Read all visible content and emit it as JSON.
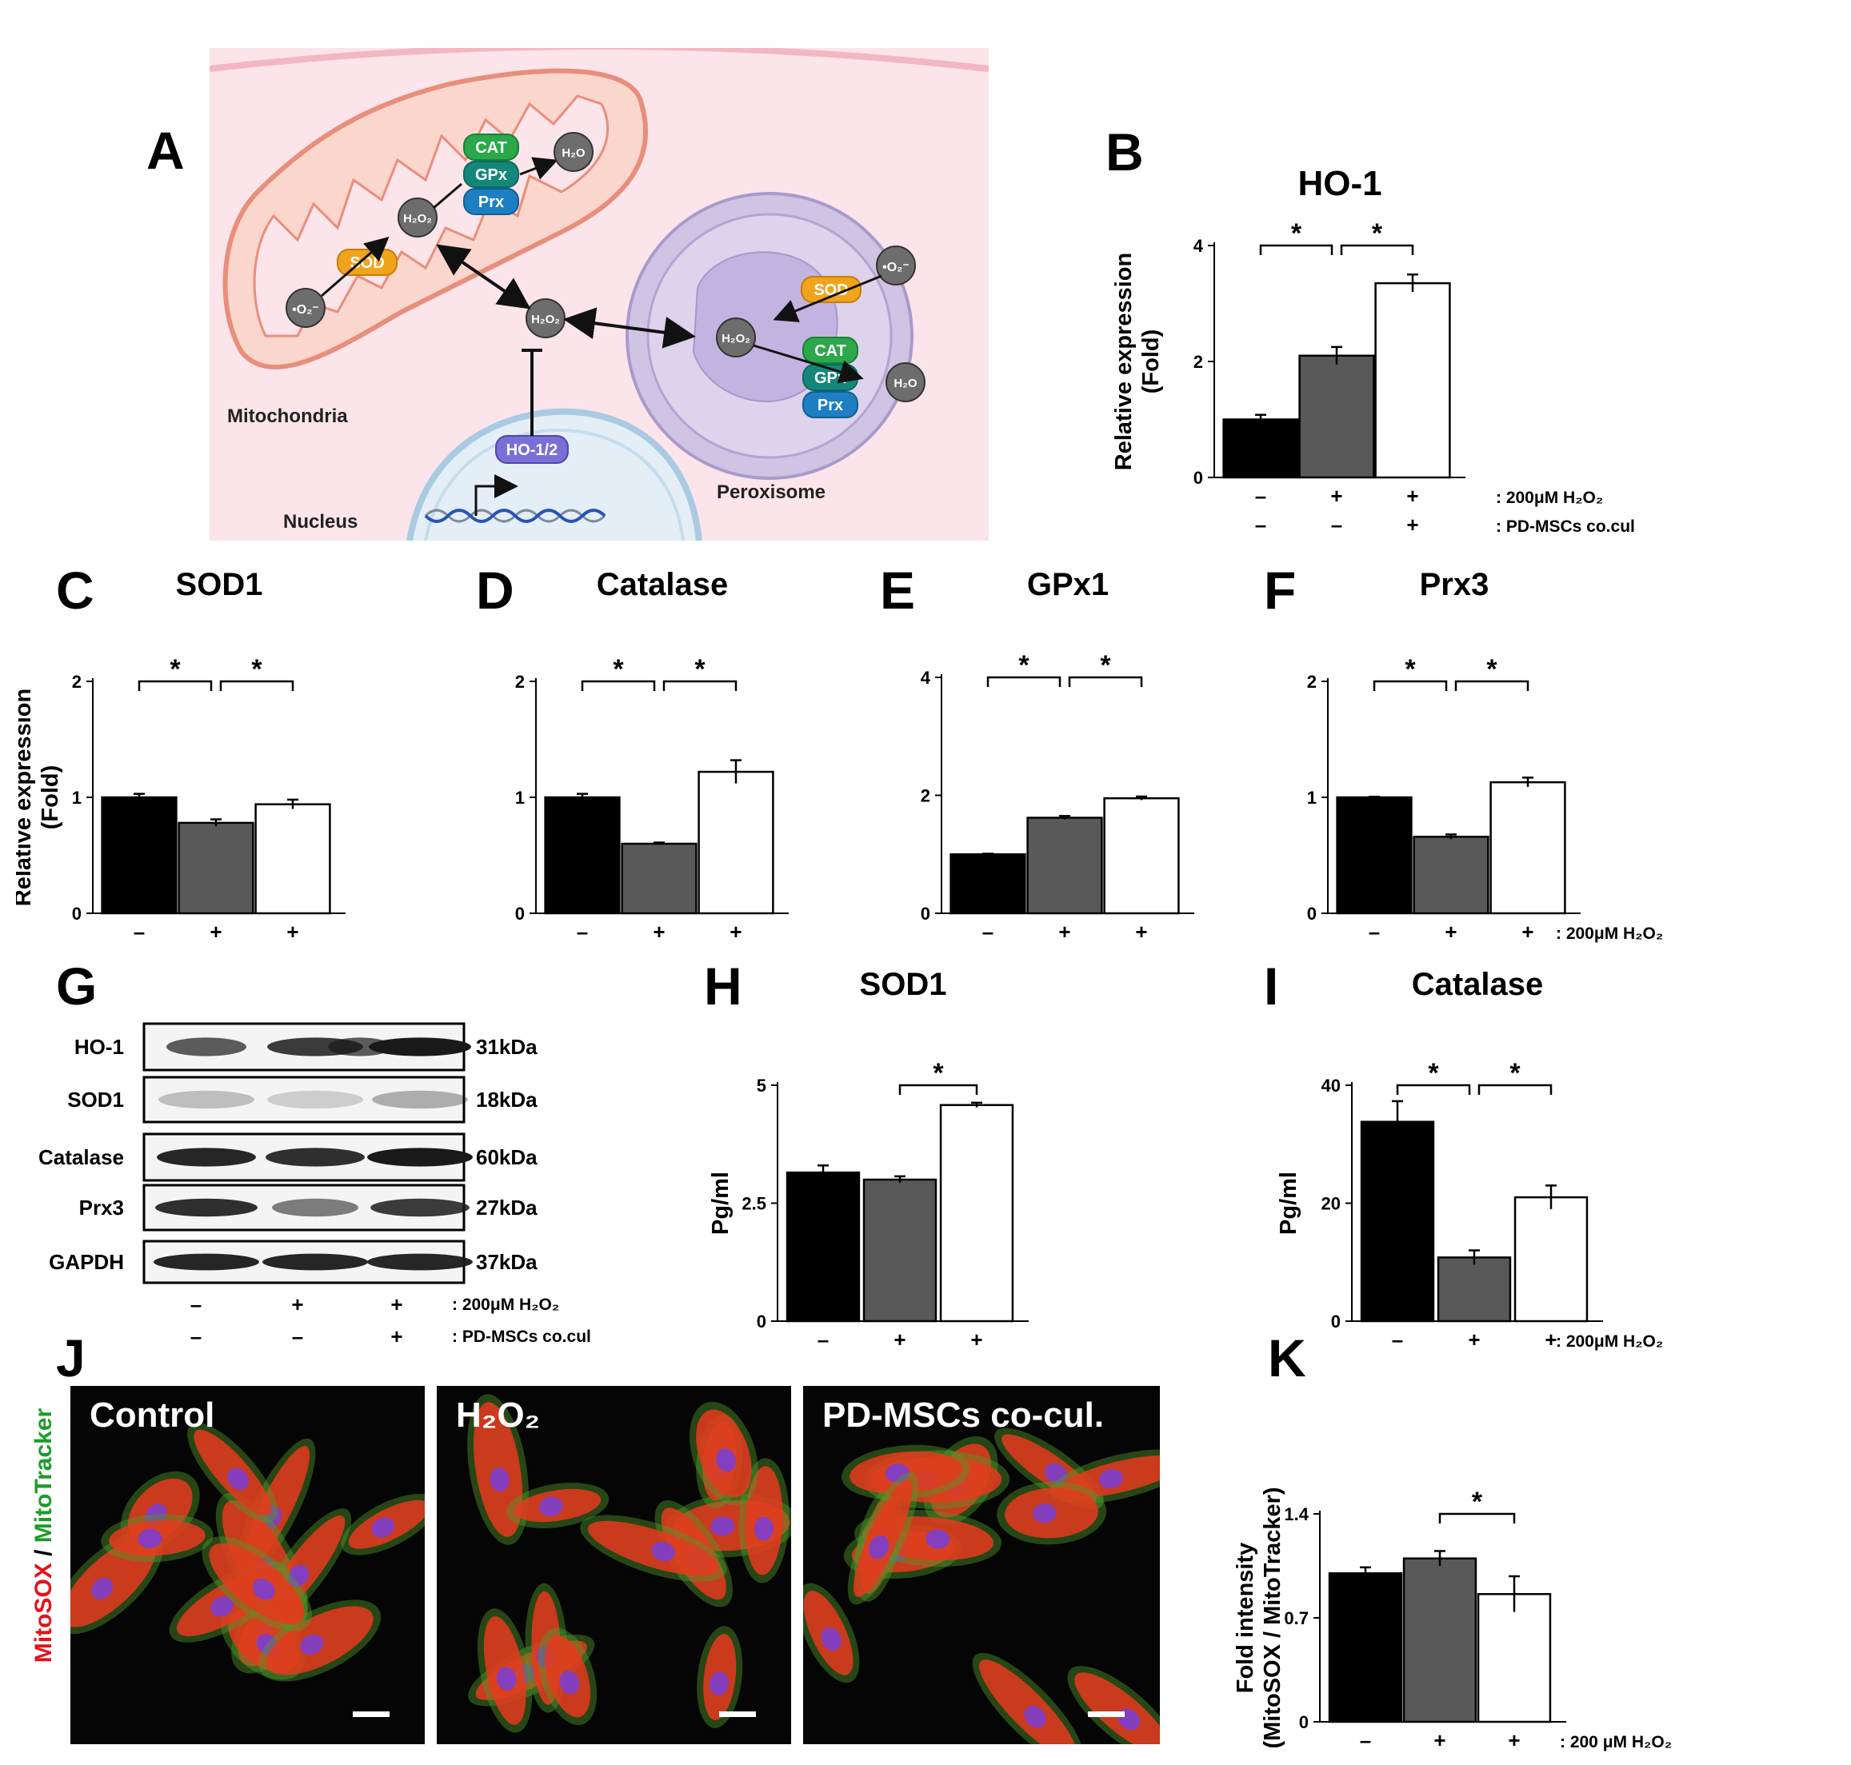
{
  "panels": {
    "A": "A",
    "B": "B",
    "C": "C",
    "D": "D",
    "E": "E",
    "F": "F",
    "G": "G",
    "H": "H",
    "I": "I",
    "J": "J",
    "K": "K"
  },
  "treatments": {
    "h2o2_label": ": 200μM H₂O₂",
    "msc_label": ": PD-MSCs co.cul",
    "k_h2o2_label": ": 200 μM H₂O₂",
    "k_msc_label": ": PD-MSCs co-cul.",
    "h2o2_signs": [
      "–",
      "+",
      "+"
    ],
    "msc_signs": [
      "–",
      "–",
      "+"
    ]
  },
  "diagram": {
    "mitochondria": "Mitochondria",
    "nucleus": "Nucleus",
    "peroxisome": "Peroxisome",
    "ho": "HO-1/2",
    "cat": "CAT",
    "gpx": "GPx",
    "prx": "Prx",
    "sod": "SOD",
    "h2o2": "H₂O₂",
    "h2o": "H₂O",
    "o2": "•O₂⁻"
  },
  "western": {
    "rows": [
      {
        "name": "HO-1",
        "kda": "31kDa"
      },
      {
        "name": "SOD1",
        "kda": "18kDa"
      },
      {
        "name": "Catalase",
        "kda": "60kDa"
      },
      {
        "name": "Prx3",
        "kda": "27kDa"
      },
      {
        "name": "GAPDH",
        "kda": "37kDa"
      }
    ]
  },
  "microscopy": {
    "ylabel_red": "MitoSOX",
    "ylabel_sep": " / ",
    "ylabel_green": "MitoTracker",
    "images": [
      "Control",
      "H₂O₂",
      "PD-MSCs co-cul."
    ]
  },
  "colors": {
    "bar_control": "#000000",
    "bar_h2o2": "#595959",
    "bar_msc": "#ffffff",
    "cell_red": "#e8381d",
    "nucleus_blue": "#7b3fd0",
    "mito_green": "#4f9a2a"
  },
  "chart_data": [
    {
      "id": "B",
      "type": "bar",
      "title": "HO-1",
      "ylabel": "Relative expression (Fold)",
      "yticks": [
        "0",
        "2",
        "4"
      ],
      "ylim": [
        0,
        4
      ],
      "values": [
        1.0,
        2.1,
        3.35
      ],
      "errors": [
        0.08,
        0.15,
        0.15
      ],
      "significance": [
        [
          0,
          1
        ],
        [
          1,
          2
        ]
      ],
      "sig_label": "*"
    },
    {
      "id": "C",
      "type": "bar",
      "title": "SOD1",
      "ylabel": "Relative expression (Fold)",
      "yticks": [
        "0",
        "1",
        "2"
      ],
      "ylim": [
        0,
        2
      ],
      "values": [
        1.0,
        0.78,
        0.94
      ],
      "errors": [
        0.03,
        0.03,
        0.04
      ],
      "significance": [
        [
          0,
          1
        ],
        [
          1,
          2
        ]
      ],
      "sig_label": "*"
    },
    {
      "id": "D",
      "type": "bar",
      "title": "Catalase",
      "ylabel": "",
      "yticks": [
        "0",
        "1",
        "2"
      ],
      "ylim": [
        0,
        2
      ],
      "values": [
        1.0,
        0.6,
        1.22
      ],
      "errors": [
        0.03,
        0.01,
        0.1
      ],
      "significance": [
        [
          0,
          1
        ],
        [
          1,
          2
        ]
      ],
      "sig_label": "*"
    },
    {
      "id": "E",
      "type": "bar",
      "title": "GPx1",
      "ylabel": "",
      "yticks": [
        "0",
        "2",
        "4"
      ],
      "ylim": [
        0,
        4
      ],
      "values": [
        1.0,
        1.62,
        1.95
      ],
      "errors": [
        0.01,
        0.03,
        0.03
      ],
      "significance": [
        [
          0,
          1
        ],
        [
          1,
          2
        ]
      ],
      "sig_label": "*"
    },
    {
      "id": "F",
      "type": "bar",
      "title": "Prx3",
      "ylabel": "",
      "yticks": [
        "0",
        "1",
        "2"
      ],
      "ylim": [
        0,
        2
      ],
      "values": [
        1.0,
        0.66,
        1.13
      ],
      "errors": [
        0.005,
        0.02,
        0.04
      ],
      "significance": [
        [
          0,
          1
        ],
        [
          1,
          2
        ]
      ],
      "sig_label": "*"
    },
    {
      "id": "H",
      "type": "bar",
      "title": "SOD1",
      "ylabel": "Pg/ml",
      "yticks": [
        "0",
        "2.5",
        "5"
      ],
      "ylim": [
        0,
        5
      ],
      "values": [
        3.15,
        3.0,
        4.58
      ],
      "errors": [
        0.15,
        0.07,
        0.05
      ],
      "significance": [
        [
          1,
          2
        ]
      ],
      "sig_label": "*"
    },
    {
      "id": "I",
      "type": "bar",
      "title": "Catalase",
      "ylabel": "Pg/ml",
      "yticks": [
        "0",
        "20",
        "40"
      ],
      "ylim": [
        0,
        40
      ],
      "values": [
        33.8,
        10.8,
        21.0
      ],
      "errors": [
        3.5,
        1.2,
        2.0
      ],
      "significance": [
        [
          0,
          1
        ],
        [
          1,
          2
        ]
      ],
      "sig_label": "*"
    },
    {
      "id": "K",
      "type": "bar",
      "title": "",
      "ylabel": "Fold intensity (MitoSOX / MitoTracker)",
      "yticks": [
        "0",
        "0.7",
        "1.4"
      ],
      "ylim": [
        0,
        1.4
      ],
      "values": [
        1.0,
        1.1,
        0.86
      ],
      "errors": [
        0.04,
        0.05,
        0.12
      ],
      "significance": [
        [
          1,
          2
        ]
      ],
      "sig_label": "*"
    }
  ]
}
